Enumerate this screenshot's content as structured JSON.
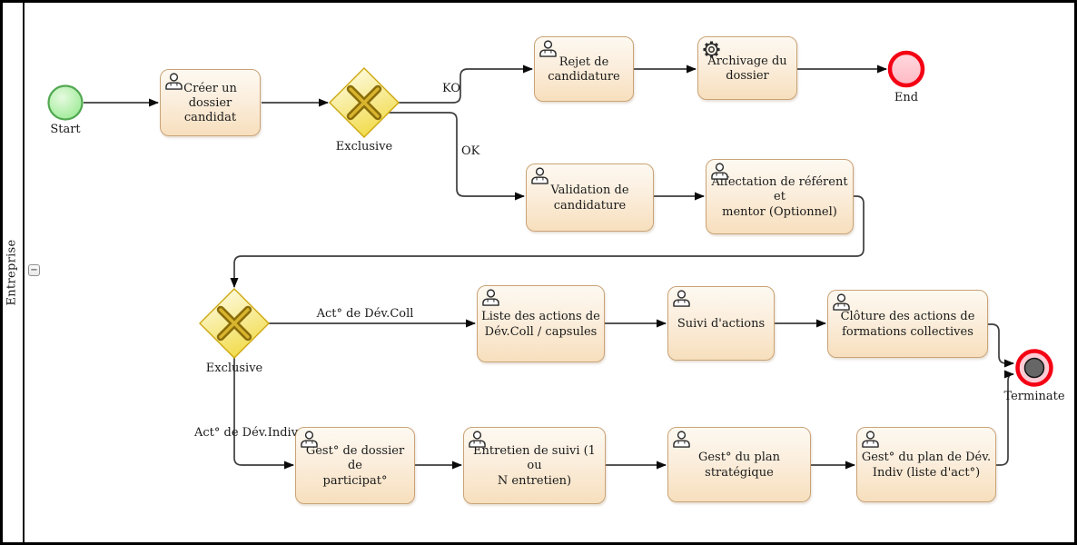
{
  "pool": {
    "label": "Entreprise",
    "collapse_glyph": "−"
  },
  "events": {
    "start": {
      "label": "Start"
    },
    "end": {
      "label": "End"
    },
    "terminate": {
      "label": "Terminate"
    }
  },
  "gateways": {
    "first": {
      "label": "Exclusive"
    },
    "second": {
      "label": "Exclusive"
    }
  },
  "flows": {
    "ko": "KO",
    "ok": "OK",
    "dev_coll": "Act° de Dév.Coll",
    "dev_indiv": "Act° de Dév.Indiv"
  },
  "tasks": [
    {
      "label": "Créer un\ndossier candidat",
      "type": "user"
    },
    {
      "label": "Rejet de\ncandidature",
      "type": "user"
    },
    {
      "label": "Archivage du\ndossier",
      "type": "service"
    },
    {
      "label": "Validation de\ncandidature",
      "type": "user"
    },
    {
      "label": "Affectation de référent et\nmentor (Optionnel)",
      "type": "user"
    },
    {
      "label": "Liste des actions de\nDév.Coll / capsules",
      "type": "user"
    },
    {
      "label": "Suivi d'actions",
      "type": "user"
    },
    {
      "label": "Clôture des actions de\nformations collectives",
      "type": "user"
    },
    {
      "label": "Gest° de dossier de\nparticipat°",
      "type": "user"
    },
    {
      "label": "Entretien de suivi (1 ou\nN entretien)",
      "type": "user"
    },
    {
      "label": "Gest° du plan\nstratégique",
      "type": "user"
    },
    {
      "label": "Gest° du plan de Dév.\nIndiv (liste d'act°)",
      "type": "user"
    }
  ],
  "colors": {
    "task_fill_top": "#fdf9f1",
    "task_fill_bottom": "#f7dfbd",
    "task_border": "#c9a377",
    "gateway_fill_top": "#fffef2",
    "gateway_fill_bottom": "#f2dd52",
    "gateway_border": "#cda70e",
    "gateway_x_outline": "#8a6d0a",
    "start_fill": "#9ce994",
    "start_border": "#52a852",
    "end_ring": "#f40014",
    "end_fill": "#ffc0cb",
    "terminate_inner": "#666666",
    "flow_line": "#3d3d3d"
  }
}
